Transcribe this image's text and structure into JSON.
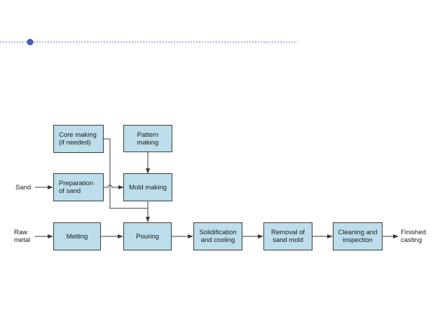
{
  "colors": {
    "box_fill": "#bcdde9",
    "box_border": "#3c3c3c",
    "line": "#3a3a3a",
    "header_rule": "#5b6bbf",
    "header_dot": "#4a5bc4"
  },
  "diagram": {
    "boxes": {
      "core_making": "Core making\n(if needed)",
      "pattern_making": "Pattern\nmaking",
      "preparation_of_sand": "Preparation\nof sand",
      "mold_making": "Mold making",
      "melting": "Melting",
      "pouring": "Pouring",
      "solidification": "Solidification\nand cooling",
      "removal": "Removal of\nsand mold",
      "cleaning": "Cleaning and\ninspection"
    },
    "inputs": {
      "sand": "Sand",
      "raw_metal": "Raw\nmetal"
    },
    "output": "Finished\ncasting"
  }
}
